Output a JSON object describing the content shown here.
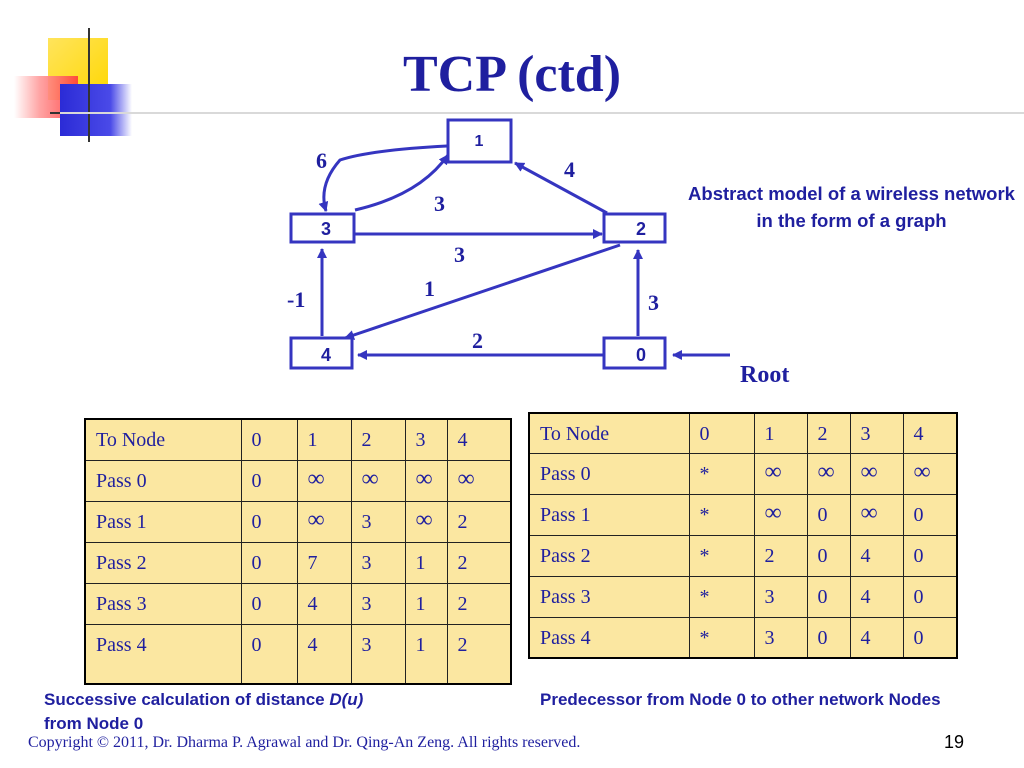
{
  "slide": {
    "title": "TCP (ctd)",
    "graph_note": "Abstract model of a wireless network in the form of a graph",
    "root_label": "Root",
    "copyright": "Copyright © 2011, Dr. Dharma P. Agrawal and Dr. Qing-An Zeng. All rights reserved.",
    "page_number": "19"
  },
  "graph": {
    "nodes": [
      {
        "id": "1",
        "label": "1"
      },
      {
        "id": "3",
        "label": "3"
      },
      {
        "id": "2",
        "label": "2"
      },
      {
        "id": "4",
        "label": "4"
      },
      {
        "id": "0",
        "label": "0"
      }
    ],
    "edges": [
      {
        "from": "0",
        "to": "4",
        "weight": "2"
      },
      {
        "from": "0",
        "to": "2",
        "weight": "3"
      },
      {
        "from": "2",
        "to": "4",
        "weight": "1"
      },
      {
        "from": "4",
        "to": "3",
        "weight": "-1"
      },
      {
        "from": "3",
        "to": "2",
        "weight": "3"
      },
      {
        "from": "2",
        "to": "1",
        "weight": "4"
      },
      {
        "from": "3",
        "to": "1",
        "weight": "3"
      },
      {
        "from": "1",
        "to": "3",
        "weight": "6"
      },
      {
        "from": "root",
        "to": "0",
        "weight": ""
      }
    ]
  },
  "distance_table": {
    "headers": [
      "To Node",
      "0",
      "1",
      "2",
      "3",
      "4"
    ],
    "rows": [
      [
        "Pass 0",
        "0",
        "∞",
        "∞",
        "∞",
        "∞"
      ],
      [
        "Pass 1",
        "0",
        "∞",
        "3",
        "∞",
        "2"
      ],
      [
        "Pass 2",
        "0",
        "7",
        "3",
        "1",
        "2"
      ],
      [
        "Pass 3",
        "0",
        "4",
        "3",
        "1",
        "2"
      ],
      [
        "Pass 4",
        "0",
        "4",
        "3",
        "1",
        "2"
      ]
    ],
    "caption_prefix": "Successive calculation of distance ",
    "caption_italic": "D(u)",
    "caption_suffix": "from Node 0"
  },
  "predecessor_table": {
    "headers": [
      "To Node",
      "0",
      "1",
      "2",
      "3",
      "4"
    ],
    "rows": [
      [
        "Pass 0",
        "*",
        "∞",
        "∞",
        "∞",
        "∞"
      ],
      [
        "Pass 1",
        "*",
        "∞",
        "0",
        "∞",
        "0"
      ],
      [
        "Pass 2",
        "*",
        "2",
        "0",
        "4",
        "0"
      ],
      [
        "Pass 3",
        "*",
        "3",
        "0",
        "4",
        "0"
      ],
      [
        "Pass 4",
        "*",
        "3",
        "0",
        "4",
        "0"
      ]
    ],
    "caption": "Predecessor from Node 0 to other network Nodes"
  },
  "colors": {
    "primary_blue": "#1f1f9f",
    "edge_blue": "#3535c0",
    "table_fill": "#fbe7a1",
    "deco_yellow": "#ffd700",
    "deco_red": "#ff4d4d",
    "deco_blue": "#2b2bd6"
  }
}
